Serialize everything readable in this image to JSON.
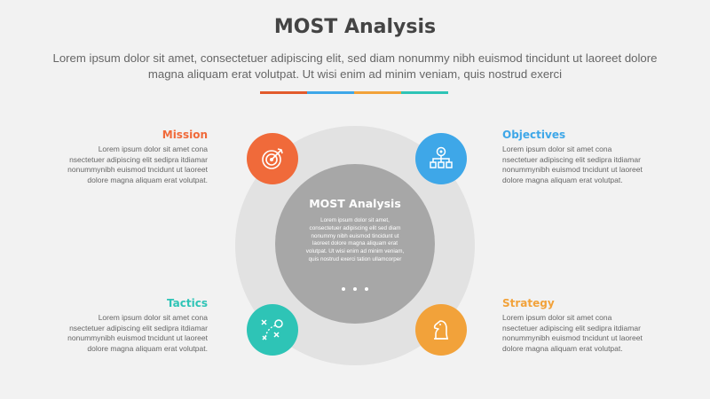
{
  "header": {
    "title": "MOST Analysis",
    "subtitle": "Lorem ipsum dolor sit amet, consectetuer adipiscing elit, sed diam nonummy nibh euismod tincidunt ut laoreet dolore magna aliquam erat volutpat. Ut wisi enim ad minim veniam, quis nostrud exerci"
  },
  "divider_colors": [
    "#e25a2c",
    "#3ea7e8",
    "#f2a23a",
    "#2ec4b6"
  ],
  "center": {
    "title": "MOST Analysis",
    "text": "Lorem ipsum dolor sit amet, consectetuer adipiscing elit sed diam nonummy nibh euismod tincidunt ut laoreet dolore magna aliquam erat volutpat. Ut wisi enim ad minim veniam, quis nostrud exerci tation ullamcorper"
  },
  "items": {
    "mission": {
      "label": "Mission",
      "text": "Lorem ipsum dolor sit amet cona nsectetuer adipiscing elit sedipra itdiamar nonummynibh euismod tncidunt ut laoreet dolore magna aliquam erat volutpat.",
      "color": "#f06a3a",
      "icon": "target-icon"
    },
    "objectives": {
      "label": "Objectives",
      "text": "Lorem ipsum dolor sit amet cona nsectetuer adipiscing elit sedipra itdiamar nonummynibh euismod tncidunt ut laoreet dolore magna aliquam erat volutpat.",
      "color": "#3ea7e8",
      "icon": "goal-hierarchy-icon"
    },
    "tactics": {
      "label": "Tactics",
      "text": "Lorem ipsum dolor sit amet cona nsectetuer adipiscing elit sedipra itdiamar nonummynibh euismod tncidunt ut laoreet dolore magna aliquam erat volutpat.",
      "color": "#2ec4b6",
      "icon": "tactics-play-icon"
    },
    "strategy": {
      "label": "Strategy",
      "text": "Lorem ipsum dolor sit amet cona nsectetuer adipiscing elit sedipra itdiamar nonummynibh euismod tncidunt ut laoreet dolore magna aliquam erat volutpat.",
      "color": "#f2a23a",
      "icon": "chess-knight-icon"
    }
  }
}
